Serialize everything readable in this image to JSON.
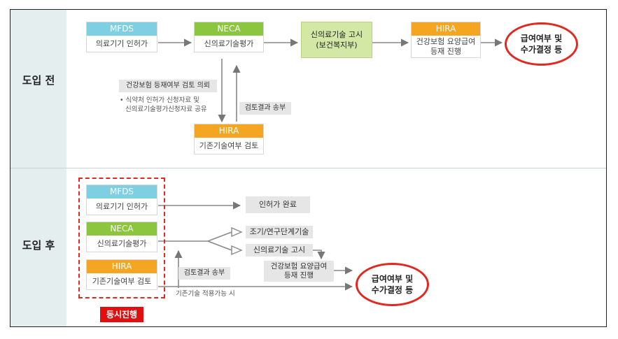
{
  "before": {
    "label": "도입 전",
    "mfds": {
      "head": "MFDS",
      "body": "의료기기 인허가"
    },
    "neca": {
      "head": "NECA",
      "body": "신의료기술평가"
    },
    "notice": {
      "line1": "신의료기술 고시",
      "line2": "(보건복지부)"
    },
    "hira": {
      "head": "HIRA",
      "line1": "건강보험 요양급여",
      "line2": "등재 진행"
    },
    "result": {
      "line1": "급여여부 및",
      "line2": "수가결정 등"
    },
    "request": "건강보험 등재여부 검토 의뢰",
    "share_line1": "• 식약처 인허가 신청자료 및",
    "share_line2": "신의료기술평가신청자료 공유",
    "review_result": "검토결과 송부",
    "hira_review": {
      "head": "HIRA",
      "body": "기존기술여부 검토"
    }
  },
  "after": {
    "label": "도입 후",
    "mfds": {
      "head": "MFDS",
      "body": "의료기기 인허가"
    },
    "neca": {
      "head": "NECA",
      "body": "신의료기술평가"
    },
    "hira": {
      "head": "HIRA",
      "body": "기존기술여부 검토"
    },
    "approval_done": "인허가 완료",
    "early_tech": "조기/연구단계기술",
    "new_tech_notice": "신의료기술 고시",
    "listing": {
      "line1": "건강보험 요양급여",
      "line2": "등재 진행"
    },
    "review_result": "검토결과 송부",
    "existing_applicable": "기존기술 적용가능 시",
    "result": {
      "line1": "급여여부 및",
      "line2": "수가결정 등"
    },
    "simultaneous": "동시진행"
  },
  "colors": {
    "mfds": "#7ecfe2",
    "neca": "#8cc63e",
    "hira": "#f4a623",
    "notice_fill": "#d4e8a6",
    "red": "#e02a20",
    "panel": "#e4eeee"
  }
}
